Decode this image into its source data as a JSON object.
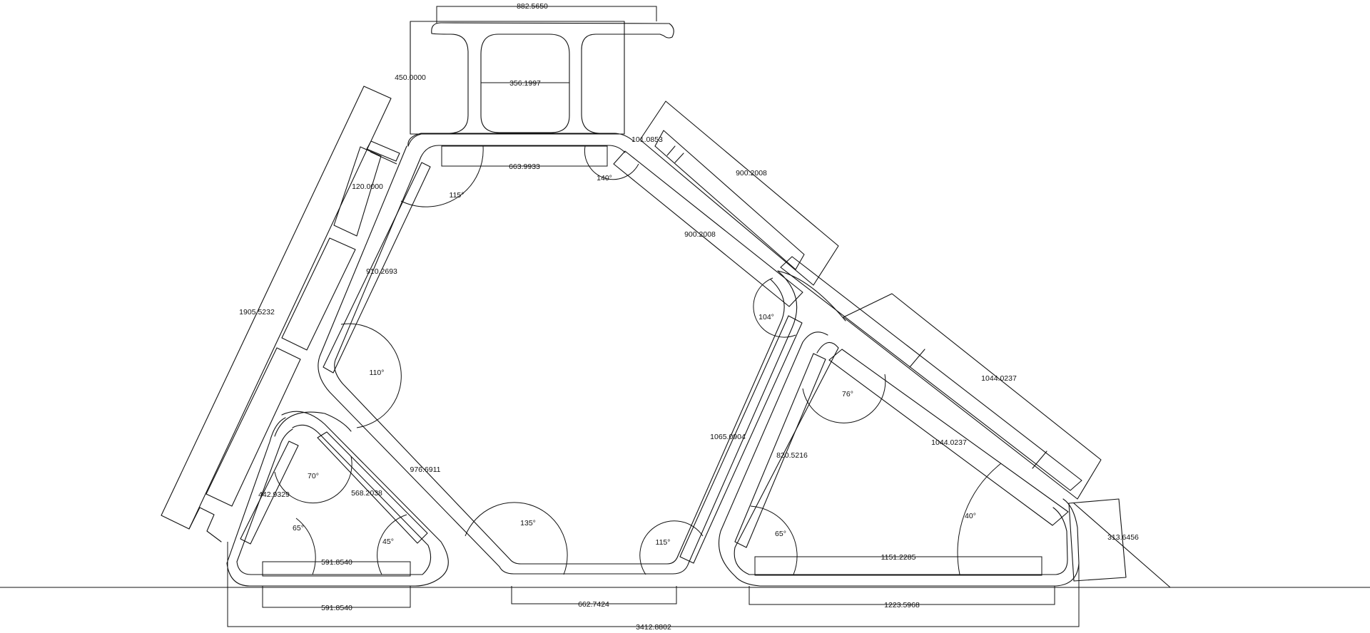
{
  "colors": {
    "background": "#ffffff",
    "stroke": "#111111"
  },
  "dimensions": {
    "top_flange_width": "882.5650",
    "web_height": "450.0000",
    "inner_cell_width": "356.1997",
    "upper_span": "663.9933",
    "upper_gap": "101.0853",
    "upper_right_outer": "900.2008",
    "upper_right_inner": "900.2008",
    "left_leg_offset": "120.0000",
    "left_inner_member": "910.2693",
    "left_outer_member": "1905.5232",
    "lower_right_outer": "1044.0237",
    "lower_right_inner": "1044.0237",
    "right_vertical": "1065.0904",
    "diagonal_member": "976.6911",
    "small_diagonal": "568.2038",
    "small_left_member": "442.9329",
    "right_inner_member": "820.5216",
    "bottom_left_inner": "591.8540",
    "bottom_left_outer": "591.8540",
    "bottom_mid": "662.7424",
    "bottom_right_inner": "1151.2285",
    "bottom_right_outer": "1223.5968",
    "overall_width": "3412.8802",
    "right_tip": "313.6456"
  },
  "angles": {
    "a_115_top": "115°",
    "a_140": "140°",
    "a_104": "104°",
    "a_110": "110°",
    "a_76": "76°",
    "a_70": "70°",
    "a_65_left": "65°",
    "a_45": "45°",
    "a_135": "135°",
    "a_115_bottom": "115°",
    "a_65_right": "65°",
    "a_40": "40°"
  }
}
